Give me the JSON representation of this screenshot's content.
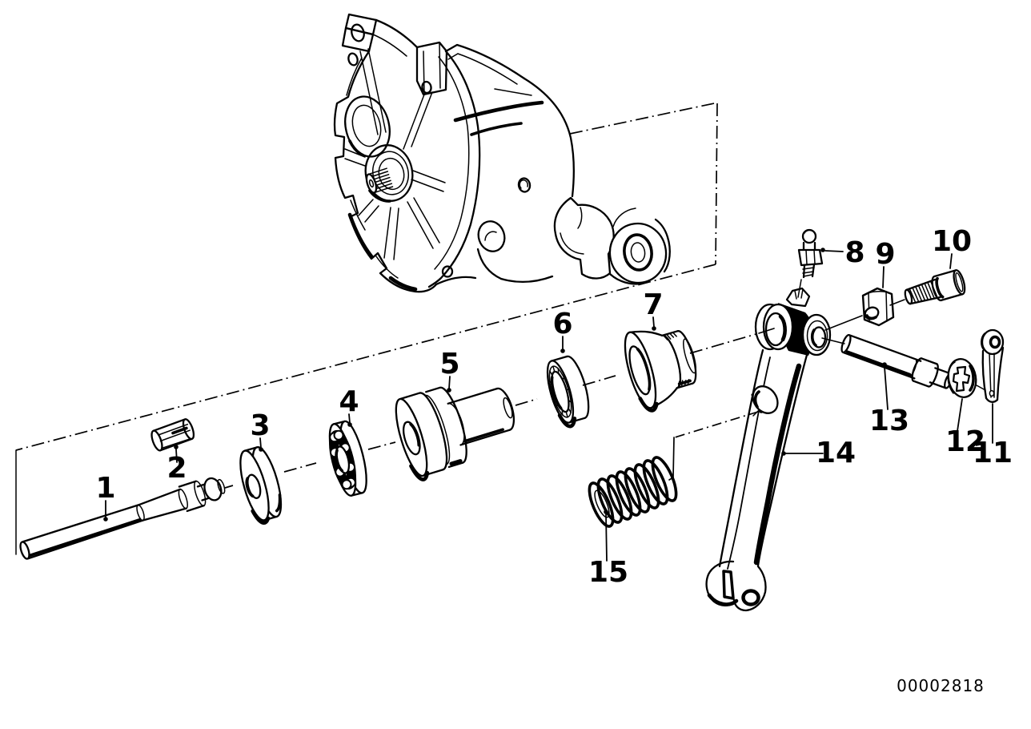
{
  "diagram": {
    "background_color": "#ffffff",
    "line_color": "#000000",
    "document_id": "00002818",
    "callouts": [
      {
        "label": "1"
      },
      {
        "label": "2"
      },
      {
        "label": "3"
      },
      {
        "label": "4"
      },
      {
        "label": "5"
      },
      {
        "label": "6"
      },
      {
        "label": "7"
      },
      {
        "label": "8"
      },
      {
        "label": "9"
      },
      {
        "label": "10"
      },
      {
        "label": "11"
      },
      {
        "label": "12"
      },
      {
        "label": "13"
      },
      {
        "label": "14"
      },
      {
        "label": "15"
      }
    ]
  }
}
